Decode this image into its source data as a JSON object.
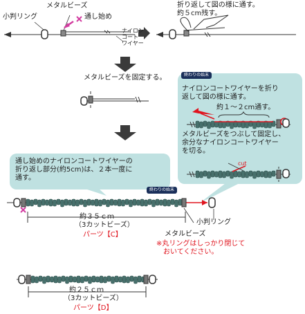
{
  "step1": {
    "metal_bead": "メタルビーズ",
    "small_ring": "小判リング",
    "start_point": "通し始め",
    "nylon_wire": "ナイロン\nコート\nワイヤー",
    "instruction": "折り返して図の様に通す。\n約５cm残す。"
  },
  "step2": {
    "instruction": "メタルビーズを固定する。"
  },
  "callout_right": {
    "tag": "終わりの始末",
    "text1": "ナイロンコートワイヤーを折り\n返して図の様に通す。",
    "measure": "約１～２cm通す。",
    "text2": "メタルビーズをつぶして固定し、\n余分なナイロンコートワイヤー\nを切る。",
    "cut": "cut"
  },
  "callout_left": {
    "text": "通し始めのナイロンコートワイヤーの\n折り返し部分(約5cm)は、２本一度に\n通す。"
  },
  "part_c": {
    "tag": "終わりの始末",
    "length": "約３５ｃｍ",
    "beads": "（3カットビーズ）",
    "name": "パーツ【C】",
    "small_ring": "小判リング",
    "metal_bead": "メタルビーズ",
    "note": "※丸リングはしっかり閉じて\n　おいてください。"
  },
  "part_d": {
    "length": "約２５ｃｍ",
    "beads": "（3カットビーズ）",
    "name": "パーツ【D】"
  },
  "colors": {
    "bubble": "#bfe1e1",
    "beads": "#47706c",
    "red": "#e0141e",
    "arrow": "#3a3a3a",
    "tag": "#1a2f5a"
  }
}
